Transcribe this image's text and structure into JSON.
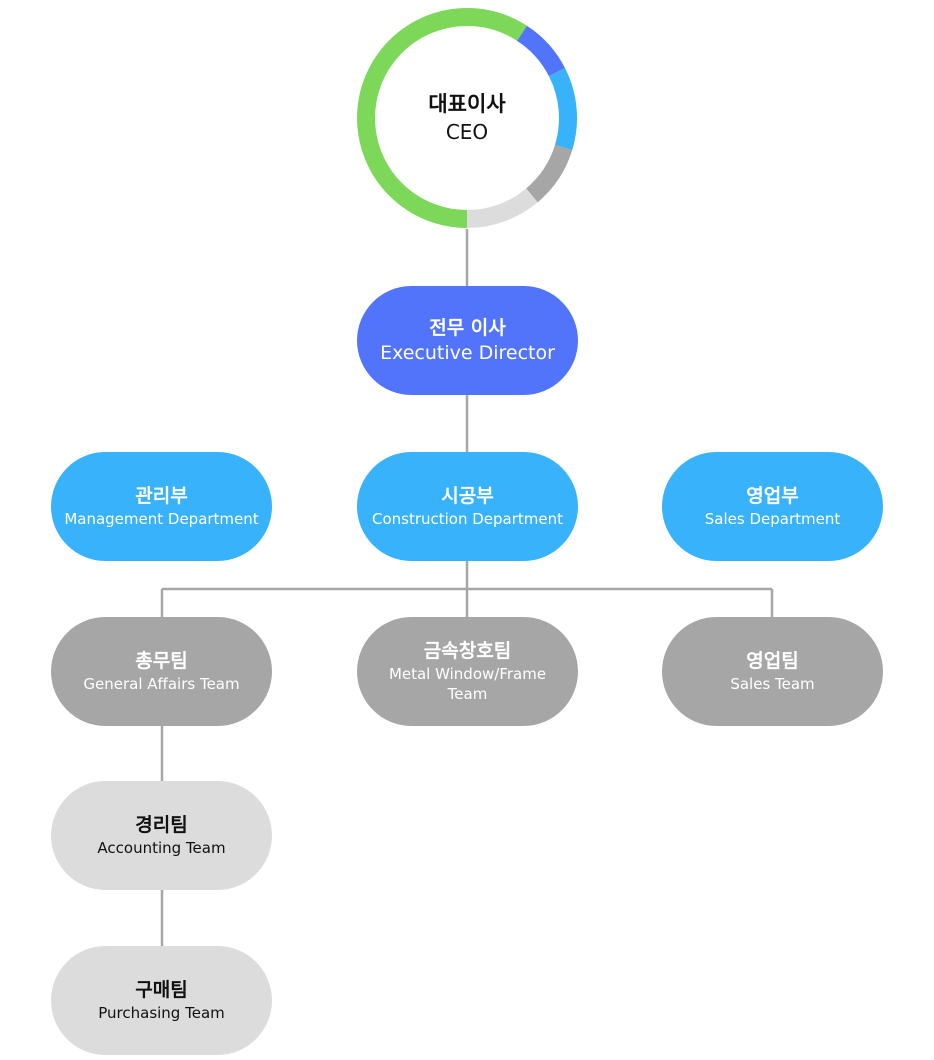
{
  "org_chart": {
    "ceo": {
      "title_kr": "대표이사",
      "title_en": "CEO",
      "ring_colors": [
        "#7dd85a",
        "#5274fb",
        "#38b2fa",
        "#a6a6a6",
        "#dcdcdc"
      ]
    },
    "executive": {
      "title_kr": "전무 이사",
      "title_en": "Executive Director",
      "color": "#5274fb"
    },
    "departments": [
      {
        "title_kr": "관리부",
        "title_en": "Management Department"
      },
      {
        "title_kr": "시공부",
        "title_en": "Construction Department"
      },
      {
        "title_kr": "영업부",
        "title_en": "Sales Department"
      }
    ],
    "teams": [
      {
        "title_kr": "총무팀",
        "title_en": "General Affairs Team"
      },
      {
        "title_kr": "금속창호팀",
        "title_en": "Metal Window/Frame Team"
      },
      {
        "title_kr": "영업팀",
        "title_en": "Sales Team"
      }
    ],
    "sub_teams": [
      {
        "title_kr": "경리팀",
        "title_en": "Accounting Team"
      },
      {
        "title_kr": "구매팀",
        "title_en": "Purchasing Team"
      }
    ],
    "colors": {
      "department": "#38b2fa",
      "team": "#a6a6a6",
      "sub_team": "#dcdcdc",
      "connector": "#a6a6a6"
    }
  }
}
